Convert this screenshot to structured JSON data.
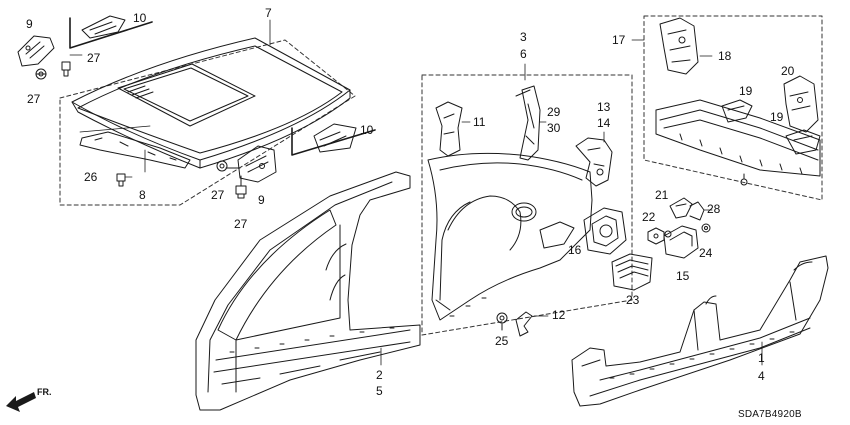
{
  "diagram": {
    "callouts": {
      "c9a": "9",
      "c10a": "10",
      "c7": "7",
      "c27a": "27",
      "c27b": "27",
      "c26": "26",
      "c8": "8",
      "c27c": "27",
      "c9b": "9",
      "c27d": "27",
      "c10b": "10",
      "c3": "3",
      "c6": "6",
      "c11": "11",
      "c29": "29",
      "c30": "30",
      "c13": "13",
      "c14": "14",
      "c16": "16",
      "c12": "12",
      "c25": "25",
      "c2": "2",
      "c5": "5",
      "c17": "17",
      "c18": "18",
      "c20": "20",
      "c19a": "19",
      "c19b": "19",
      "c21": "21",
      "c22": "22",
      "c28": "28",
      "c24": "24",
      "c15": "15",
      "c23": "23",
      "c1": "1",
      "c4": "4"
    },
    "direction_label": "FR.",
    "diagram_code": "SDA7B4920B",
    "colors": {
      "line": "#1a1a1a",
      "dash": "#333333",
      "fill": "#ffffff"
    }
  }
}
